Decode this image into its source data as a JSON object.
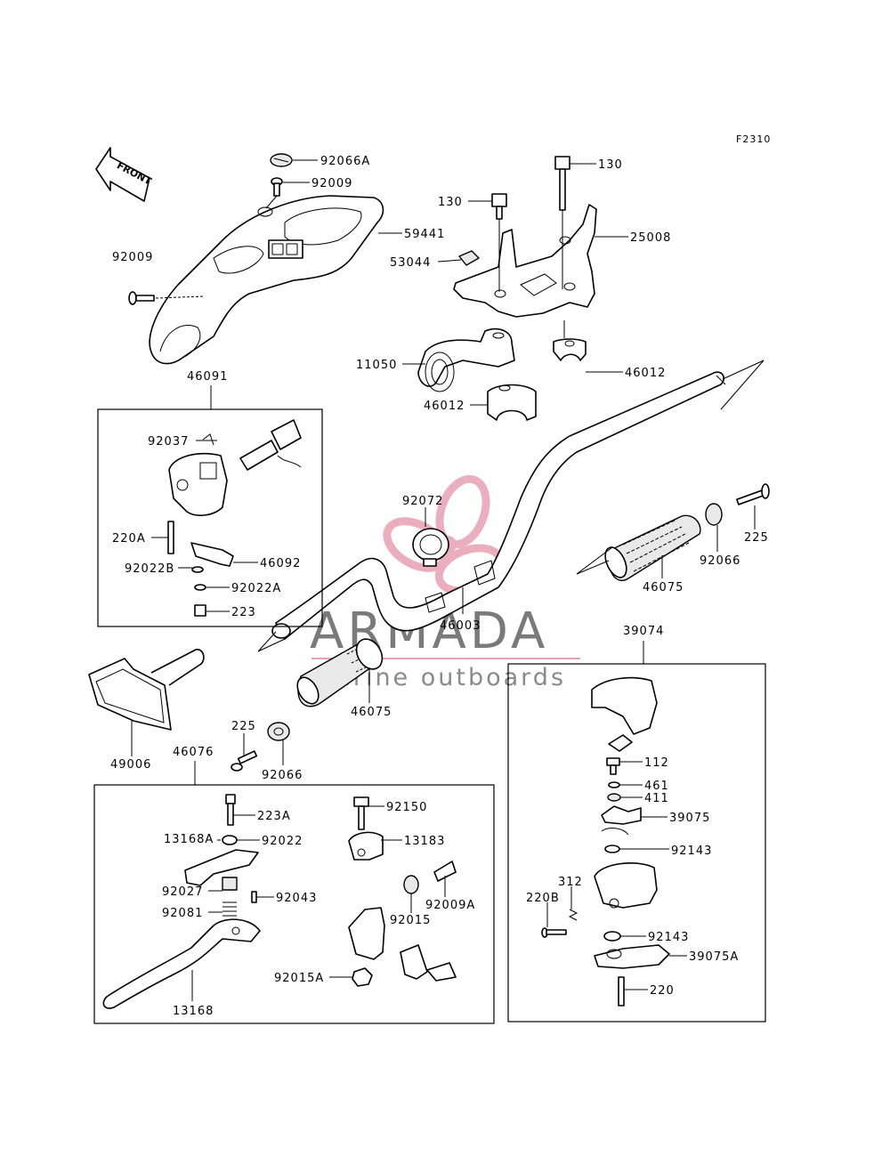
{
  "diagram_code": "F2310",
  "front_label": "FRONT",
  "watermark": {
    "name": "ARMADA",
    "tagline": "marine outboards",
    "accent": "#e8a0b4",
    "text_color": "#7a7a7a"
  },
  "labels": [
    {
      "id": "l92066A",
      "text": "92066A"
    },
    {
      "id": "l92009a",
      "text": "92009"
    },
    {
      "id": "l92009b",
      "text": "92009"
    },
    {
      "id": "l59441",
      "text": "59441"
    },
    {
      "id": "l130a",
      "text": "130"
    },
    {
      "id": "l130b",
      "text": "130"
    },
    {
      "id": "l25008",
      "text": "25008"
    },
    {
      "id": "l53044",
      "text": "53044"
    },
    {
      "id": "l11050",
      "text": "11050"
    },
    {
      "id": "l46012a",
      "text": "46012"
    },
    {
      "id": "l46012b",
      "text": "46012"
    },
    {
      "id": "l46091",
      "text": "46091"
    },
    {
      "id": "l92037",
      "text": "92037"
    },
    {
      "id": "l220A",
      "text": "220A"
    },
    {
      "id": "l92022B",
      "text": "92022B"
    },
    {
      "id": "l46092",
      "text": "46092"
    },
    {
      "id": "l92022A",
      "text": "92022A"
    },
    {
      "id": "l223",
      "text": "223"
    },
    {
      "id": "l92072",
      "text": "92072"
    },
    {
      "id": "l46003",
      "text": "46003"
    },
    {
      "id": "l225a",
      "text": "225"
    },
    {
      "id": "l92066a",
      "text": "92066"
    },
    {
      "id": "l46075a",
      "text": "46075"
    },
    {
      "id": "l46075b",
      "text": "46075"
    },
    {
      "id": "l39074",
      "text": "39074"
    },
    {
      "id": "l49006",
      "text": "49006"
    },
    {
      "id": "l225b",
      "text": "225"
    },
    {
      "id": "l46076",
      "text": "46076"
    },
    {
      "id": "l92066b",
      "text": "92066"
    },
    {
      "id": "l223A",
      "text": "223A"
    },
    {
      "id": "l92150",
      "text": "92150"
    },
    {
      "id": "l13168A",
      "text": "13168A"
    },
    {
      "id": "l92022",
      "text": "92022"
    },
    {
      "id": "l13183",
      "text": "13183"
    },
    {
      "id": "l92027",
      "text": "92027"
    },
    {
      "id": "l92043",
      "text": "92043"
    },
    {
      "id": "l92009A",
      "text": "92009A"
    },
    {
      "id": "l92081",
      "text": "92081"
    },
    {
      "id": "l92015",
      "text": "92015"
    },
    {
      "id": "l92015A",
      "text": "92015A"
    },
    {
      "id": "l13168",
      "text": "13168"
    },
    {
      "id": "l112",
      "text": "112"
    },
    {
      "id": "l461",
      "text": "461"
    },
    {
      "id": "l411",
      "text": "411"
    },
    {
      "id": "l39075",
      "text": "39075"
    },
    {
      "id": "l92143a",
      "text": "92143"
    },
    {
      "id": "l312",
      "text": "312"
    },
    {
      "id": "l220B",
      "text": "220B"
    },
    {
      "id": "l92143b",
      "text": "92143"
    },
    {
      "id": "l39075A",
      "text": "39075A"
    },
    {
      "id": "l220",
      "text": "220"
    }
  ]
}
